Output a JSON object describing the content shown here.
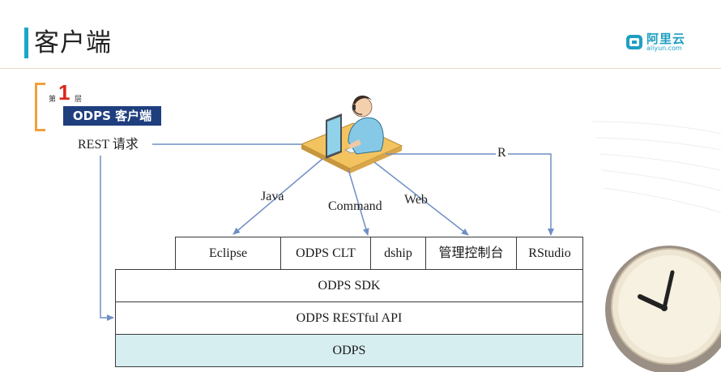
{
  "header": {
    "title": "客户端",
    "logo_cn": "阿里云",
    "logo_en": "aliyun.com"
  },
  "layer_badge": {
    "prefix": "第",
    "number": "1",
    "suffix": "层",
    "label": "ODPS 客户端"
  },
  "diagram": {
    "edge_labels": {
      "rest": "REST 请求",
      "java": "Java",
      "command": "Command",
      "web": "Web",
      "r": "R"
    },
    "clients": [
      "Eclipse",
      "ODPS CLT",
      "dship",
      "管理控制台",
      "RStudio"
    ],
    "layers": [
      "ODPS SDK",
      "ODPS RESTful API",
      "ODPS"
    ]
  },
  "colors": {
    "accent_teal": "#1aa7c8",
    "badge_navy": "#1f3e7e",
    "badge_orange": "#f0a03c",
    "badge_red": "#d9261c",
    "arrow_blue": "#6f8fc4",
    "odps_fill": "#d7eef0"
  },
  "icons": [
    "user-at-computer-icon",
    "wall-clock-icon",
    "aliyun-logo-icon"
  ]
}
